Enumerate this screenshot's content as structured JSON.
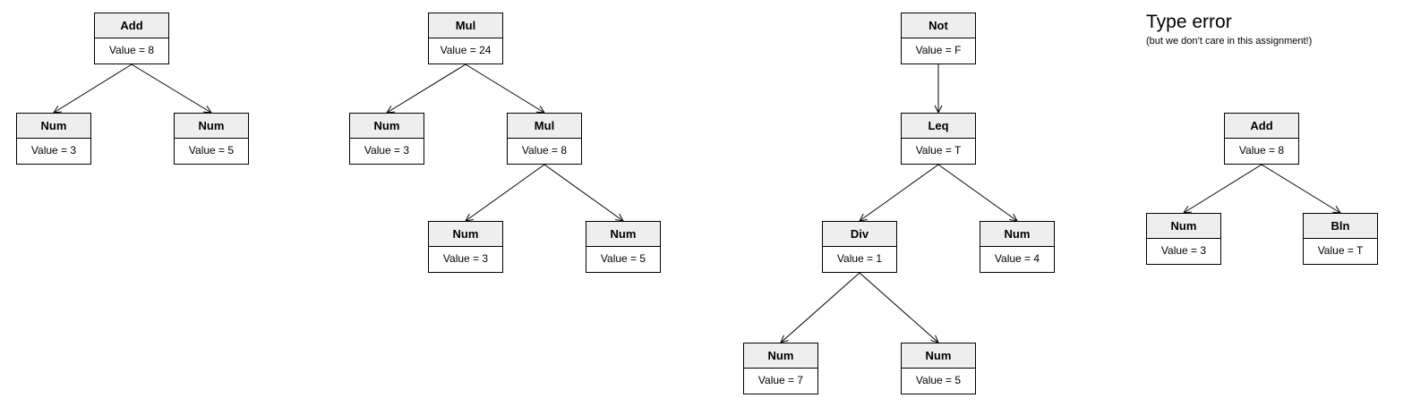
{
  "type_error": {
    "title": "Type error",
    "note": "(but we don’t care in this assignment!)"
  },
  "value_prefix": "Value = ",
  "trees": [
    {
      "nodes": [
        {
          "id": "add",
          "label": "Add",
          "value": "8"
        },
        {
          "id": "num3",
          "label": "Num",
          "value": "3"
        },
        {
          "id": "num5",
          "label": "Num",
          "value": "5"
        }
      ],
      "edges": [
        [
          "add",
          "num3"
        ],
        [
          "add",
          "num5"
        ]
      ]
    },
    {
      "nodes": [
        {
          "id": "mul",
          "label": "Mul",
          "value": "24"
        },
        {
          "id": "num3",
          "label": "Num",
          "value": "3"
        },
        {
          "id": "mul2",
          "label": "Mul",
          "value": "8"
        },
        {
          "id": "num3b",
          "label": "Num",
          "value": "3"
        },
        {
          "id": "num5",
          "label": "Num",
          "value": "5"
        }
      ],
      "edges": [
        [
          "mul",
          "num3"
        ],
        [
          "mul",
          "mul2"
        ],
        [
          "mul2",
          "num3b"
        ],
        [
          "mul2",
          "num5"
        ]
      ]
    },
    {
      "nodes": [
        {
          "id": "not",
          "label": "Not",
          "value": "F"
        },
        {
          "id": "leq",
          "label": "Leq",
          "value": "T"
        },
        {
          "id": "div",
          "label": "Div",
          "value": "1"
        },
        {
          "id": "num4",
          "label": "Num",
          "value": "4"
        },
        {
          "id": "num7",
          "label": "Num",
          "value": "7"
        },
        {
          "id": "num5",
          "label": "Num",
          "value": "5"
        }
      ],
      "edges": [
        [
          "not",
          "leq"
        ],
        [
          "leq",
          "div"
        ],
        [
          "leq",
          "num4"
        ],
        [
          "div",
          "num7"
        ],
        [
          "div",
          "num5"
        ]
      ]
    },
    {
      "nodes": [
        {
          "id": "add",
          "label": "Add",
          "value": "8"
        },
        {
          "id": "num3",
          "label": "Num",
          "value": "3"
        },
        {
          "id": "bln",
          "label": "Bln",
          "value": "T"
        }
      ],
      "edges": [
        [
          "add",
          "num3"
        ],
        [
          "add",
          "bln"
        ]
      ]
    }
  ]
}
